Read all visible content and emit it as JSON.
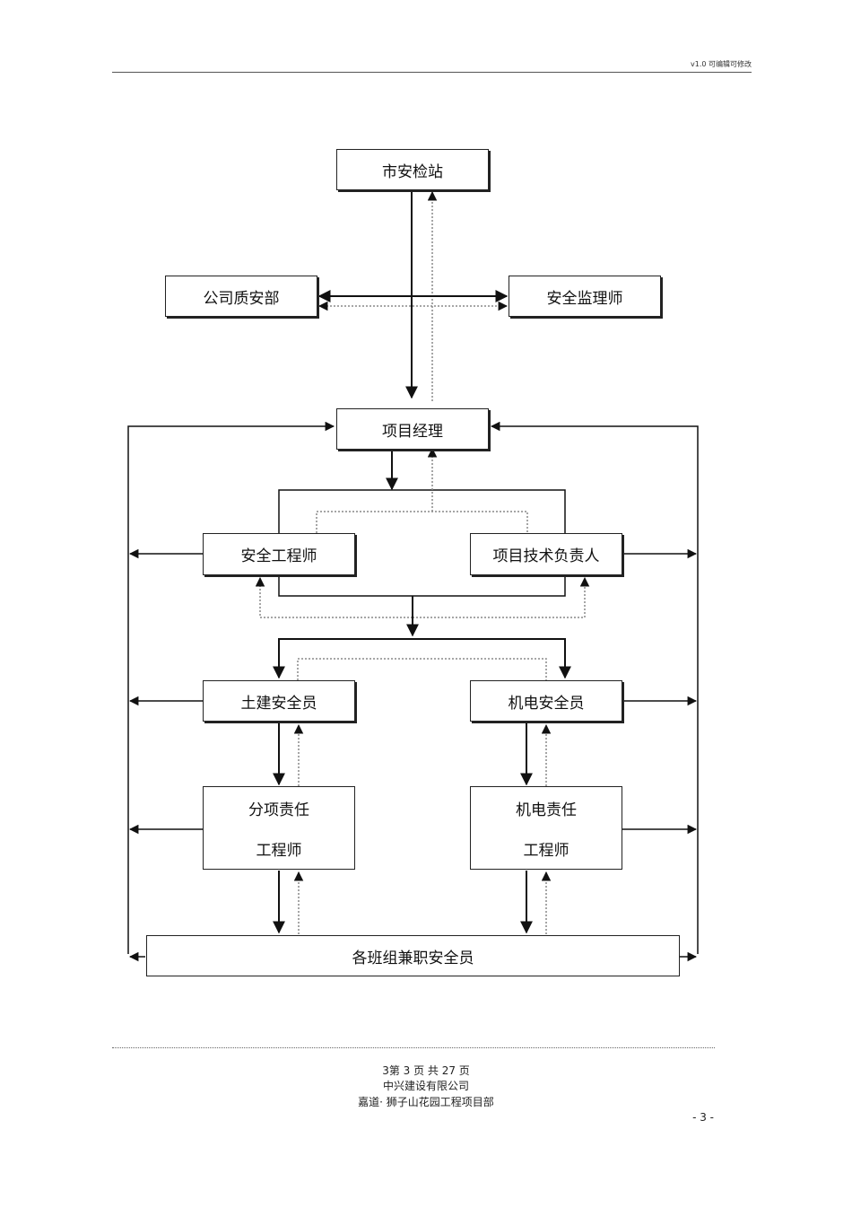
{
  "header": {
    "note": "v1.0   可编辑可修改"
  },
  "nodes": {
    "city_station": "市安检站",
    "company_qa": "公司质安部",
    "supervisor": "安全监理师",
    "project_manager": "项目经理",
    "safety_engineer": "安全工程师",
    "tech_lead": "项目技术负责人",
    "civil_safety": "土建安全员",
    "mep_safety": "机电安全员",
    "sub_engineer_l1": "分项责任",
    "sub_engineer_l2": "工程师",
    "mep_engineer_l1": "机电责任",
    "mep_engineer_l2": "工程师",
    "team_safety": "各班组兼职安全员"
  },
  "footer": {
    "page_line": "3第  3  页   共  27  页",
    "company": "中兴建设有限公司",
    "project": "嘉道·  狮子山花园工程项目部",
    "page_number": "- 3 -"
  }
}
